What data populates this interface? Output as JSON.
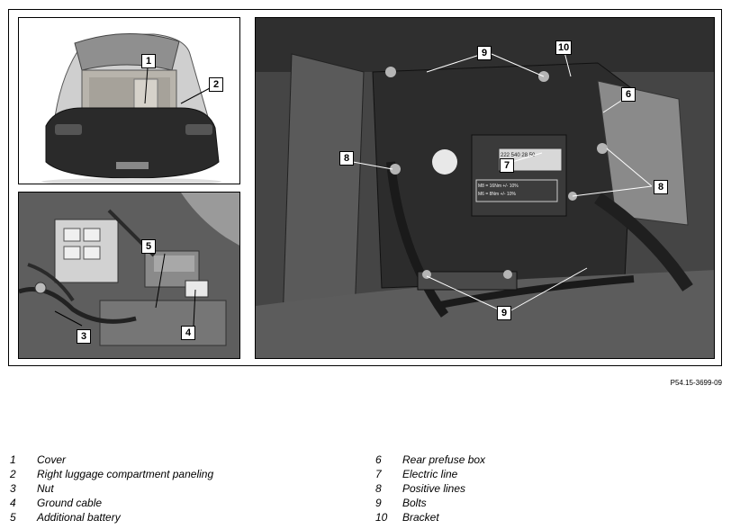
{
  "figure": {
    "reference_code": "P54.15-3699-09",
    "callouts": {
      "cover": "1",
      "right_paneling": "2",
      "nut": "3",
      "ground_cable": "4",
      "additional_battery": "5",
      "rear_prefuse_box": "6",
      "electric_line": "7",
      "positive_line_left": "8",
      "positive_line_right": "8",
      "bolts_top": "9",
      "bolts_bottom": "9",
      "bracket": "10"
    },
    "component_label_text": {
      "part_no": "222 540 28 50",
      "torque_1": "M8 = 16Nm +/- 10%",
      "torque_2": "M6 = 8Nm +/- 10%"
    }
  },
  "legend": {
    "left": [
      {
        "num": "1",
        "label": "Cover"
      },
      {
        "num": "2",
        "label": "Right luggage compartment paneling"
      },
      {
        "num": "3",
        "label": "Nut"
      },
      {
        "num": "4",
        "label": "Ground cable"
      },
      {
        "num": "5",
        "label": "Additional battery"
      }
    ],
    "right": [
      {
        "num": "6",
        "label": "Rear prefuse box"
      },
      {
        "num": "7",
        "label": "Electric line"
      },
      {
        "num": "8",
        "label": "Positive lines"
      },
      {
        "num": "9",
        "label": "Bolts"
      },
      {
        "num": "10",
        "label": "Bracket"
      }
    ]
  }
}
